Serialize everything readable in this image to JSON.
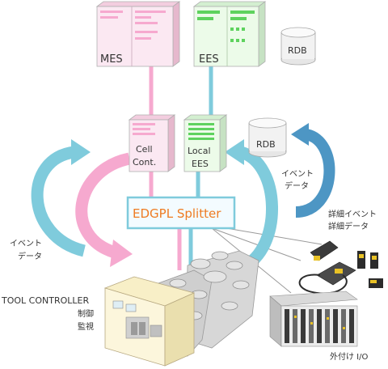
{
  "colors": {
    "pink": "#f6a9cf",
    "pink_front": "#fbe8f2",
    "pink_side": "#e6b8cd",
    "green": "#5ed25e",
    "green_front": "#ecfbe9",
    "teal": "#7fcbdc",
    "blue_arrow": "#4d96c4",
    "orange": "#ee7b21",
    "splitter_border": "#7fcbdc",
    "splitter_fill": "#f3fbff"
  },
  "servers": {
    "mes": {
      "label": "MES"
    },
    "ees": {
      "label": "EES"
    },
    "rdb_top": {
      "label": "RDB"
    },
    "cell": {
      "label_line1": "Cell",
      "label_line2": "Cont."
    },
    "local_ees": {
      "label_line1": "Local",
      "label_line2": "EES"
    },
    "rdb_mid": {
      "label": "RDB"
    }
  },
  "splitter": {
    "label": "EDGPL Splitter"
  },
  "annotations": {
    "right_event": [
      "イベント",
      "データ"
    ],
    "left_event": [
      "イベント",
      "データ"
    ],
    "detail_event": [
      "詳細イベント",
      "詳細データ"
    ],
    "tool_controller": "TOOL CONTROLLER",
    "control": "制御",
    "monitor": "監視",
    "external_io": "外付け I/O"
  }
}
